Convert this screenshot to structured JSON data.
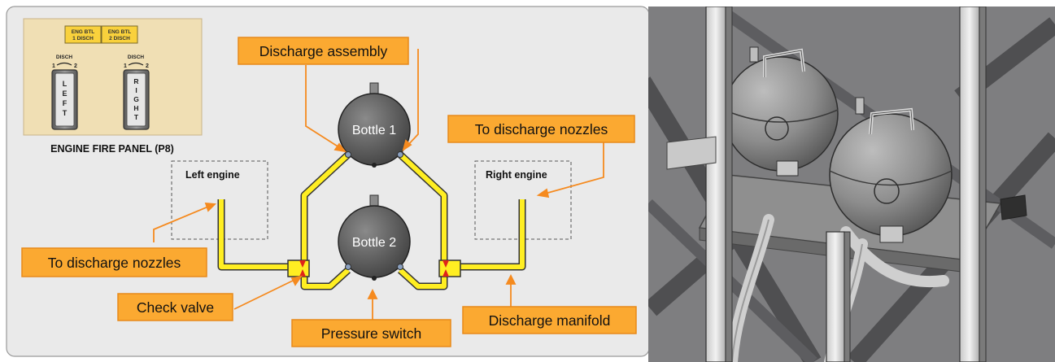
{
  "panel": {
    "title": "ENGINE FIRE PANEL (P8)",
    "lights": [
      {
        "line1": "ENG BTL",
        "line2": "1 DISCH"
      },
      {
        "line1": "ENG BTL",
        "line2": "2 DISCH"
      }
    ],
    "handles": [
      {
        "disch_label": "DISCH",
        "pos1": "1",
        "pos2": "2",
        "letters": [
          "L",
          "E",
          "F",
          "T"
        ]
      },
      {
        "disch_label": "DISCH",
        "pos1": "1",
        "pos2": "2",
        "letters": [
          "R",
          "I",
          "G",
          "H",
          "T"
        ]
      }
    ]
  },
  "diagram": {
    "bottle1": "Bottle 1",
    "bottle2": "Bottle 2",
    "left_engine": "Left engine",
    "right_engine": "Right engine",
    "callouts": {
      "discharge_assembly": "Discharge assembly",
      "to_nozzles_right": "To discharge nozzles",
      "to_nozzles_left": "To discharge nozzles",
      "check_valve": "Check valve",
      "pressure_switch": "Pressure switch",
      "discharge_manifold": "Discharge manifold"
    }
  },
  "colors": {
    "diagram_bg": "#eaeaea",
    "callout_fill": "#fba931",
    "callout_border": "#e8891a",
    "pipe": "#ffee22",
    "bottle": "#5c5c5c",
    "leader": "#f58a1f",
    "check_valve_arrow": "#e0231a",
    "panel_bg": "#f0dfb4",
    "annunciator": "#f9d13c",
    "photo_bg": "#7e7e80"
  }
}
